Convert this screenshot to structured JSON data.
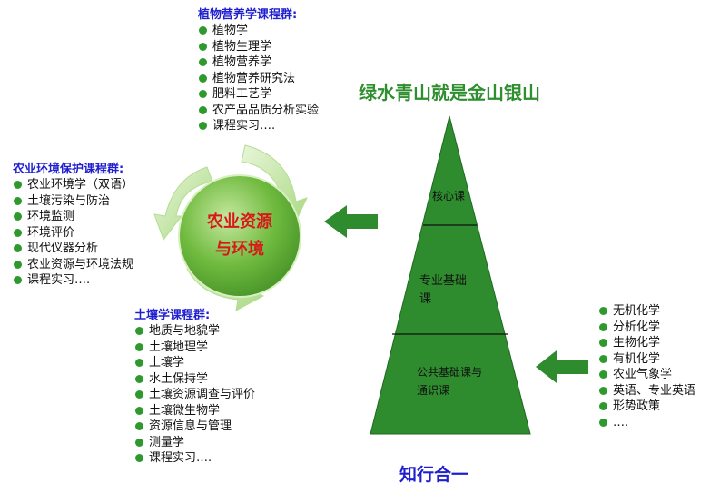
{
  "center": {
    "line1": "农业资源",
    "line2": "与环境"
  },
  "headline": "绿水青山就是金山银山",
  "footer": "知行合一",
  "pyramid": {
    "top": "核心课",
    "middle_line1": "专业基础",
    "middle_line2": "课",
    "bottom_line1": "公共基础课与",
    "bottom_line2": "通识课"
  },
  "groups": {
    "plant": {
      "title": "植物营养学课程群:",
      "items": [
        "植物学",
        "植物生理学",
        "植物营养学",
        "植物营养研究法",
        "肥料工艺学",
        "农产品品质分析实验",
        "课程实习…."
      ]
    },
    "environment": {
      "title": "农业环境保护课程群:",
      "items": [
        "农业环境学（双语）",
        "土壤污染与防治",
        "环境监测",
        "环境评价",
        "现代仪器分析",
        "农业资源与环境法规",
        "课程实习…."
      ]
    },
    "soil": {
      "title": "土壤学课程群:",
      "items": [
        "地质与地貌学",
        "土壤地理学",
        "土壤学",
        "水土保持学",
        "土壤资源调查与评价",
        "土壤微生物学",
        "资源信息与管理",
        "测量学",
        " 课程实习…."
      ]
    },
    "basic": {
      "items": [
        "无机化学",
        "分析化学",
        "生物化学",
        "有机化学",
        "农业气象学",
        "英语、专业英语",
        " 形势政策",
        " …."
      ]
    }
  },
  "colors": {
    "green": "#2e8b2e",
    "title_blue": "#1f1fd0",
    "center_text": "#d81818",
    "headline_green": "#2f8f2f"
  }
}
